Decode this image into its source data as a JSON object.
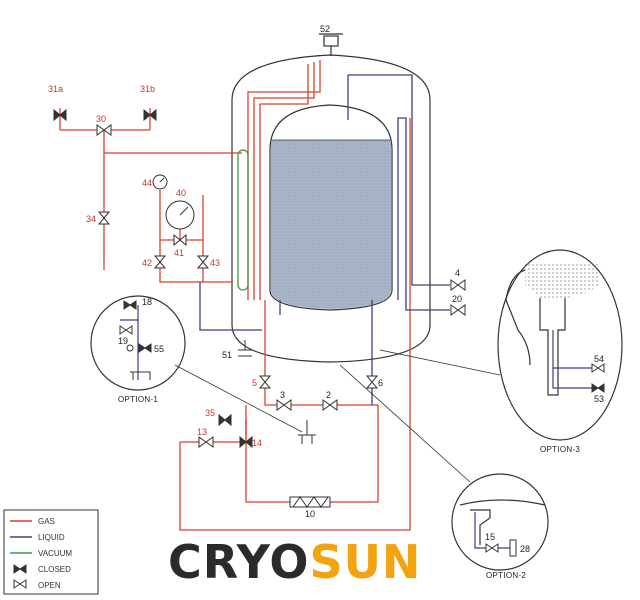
{
  "labels": {
    "v52": "52",
    "v31a": "31a",
    "v31b": "31b",
    "v30": "30",
    "v34": "34",
    "v44": "44",
    "v40": "40",
    "v41": "41",
    "v42": "42",
    "v43": "43",
    "v4": "4",
    "v20": "20",
    "v18": "18",
    "v19": "19",
    "v55": "55",
    "v51": "51",
    "v5": "5",
    "v6": "6",
    "v3": "3",
    "v2": "2",
    "v35": "35",
    "v13": "13",
    "v14": "14",
    "v10": "10",
    "v54": "54",
    "v53": "53",
    "v15": "15",
    "v28": "28"
  },
  "options": {
    "option1": "OPTION-1",
    "option2": "OPTION-2",
    "option3": "OPTION-3"
  },
  "legend": {
    "gas": "GAS",
    "liquid": "LIQUID",
    "vacuum": "VACUUM",
    "closed": "CLOSED",
    "open": "OPEN"
  },
  "logo": {
    "part1": "CRYO",
    "part2": "SUN"
  },
  "colors": {
    "gas": "#d9412b",
    "liquid": "#3b3f86",
    "vacuum": "#3f9a3f",
    "outline": "#333333",
    "fill": "#a9b6c9",
    "logo_dark": "#2b2b2b",
    "logo_accent": "#f2a30f"
  }
}
